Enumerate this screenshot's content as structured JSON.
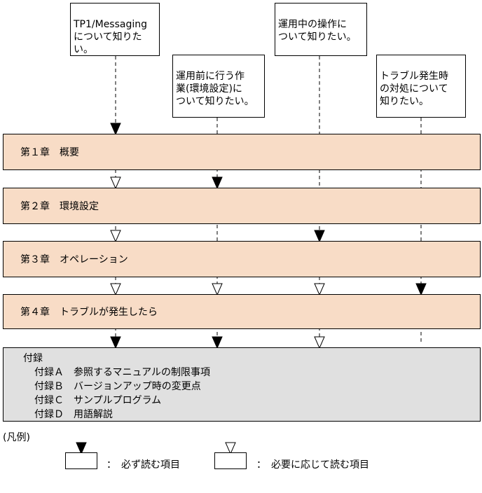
{
  "reader_boxes": [
    {
      "text": "TP1/Messaging\nについて知りた\nい。"
    },
    {
      "text": "運用前に行う作\n業(環境設定)に\nついて知りたい。"
    },
    {
      "text": "運用中の操作に\nついて知りたい。"
    },
    {
      "text": "トラブル発生時\nの対処について\n知りたい。"
    }
  ],
  "chapters": [
    {
      "label": "第１章　概要"
    },
    {
      "label": "第２章　環境設定"
    },
    {
      "label": "第３章　オペレーション"
    },
    {
      "label": "第４章　トラブルが発生したら"
    }
  ],
  "appendix": {
    "title": "付録",
    "items": [
      "付録Ａ　参照するマニュアルの制限事項",
      "付録Ｂ　バージョンアップ時の変更点",
      "付録Ｃ　サンプルプログラム",
      "付録Ｄ　用語解説"
    ]
  },
  "legend": {
    "title": "(凡例)",
    "required": "：　必ず読む項目",
    "optional": "：　必要に応じて読む項目"
  },
  "markers": [
    {
      "path": 0,
      "row": 0,
      "kind": "required"
    },
    {
      "path": 0,
      "row": 1,
      "kind": "optional"
    },
    {
      "path": 1,
      "row": 1,
      "kind": "required"
    },
    {
      "path": 0,
      "row": 2,
      "kind": "optional"
    },
    {
      "path": 2,
      "row": 2,
      "kind": "required"
    },
    {
      "path": 0,
      "row": 3,
      "kind": "optional"
    },
    {
      "path": 1,
      "row": 3,
      "kind": "optional"
    },
    {
      "path": 2,
      "row": 3,
      "kind": "optional"
    },
    {
      "path": 3,
      "row": 3,
      "kind": "required"
    },
    {
      "path": 0,
      "row": 4,
      "kind": "required"
    },
    {
      "path": 1,
      "row": 4,
      "kind": "required"
    },
    {
      "path": 2,
      "row": 4,
      "kind": "optional"
    }
  ]
}
